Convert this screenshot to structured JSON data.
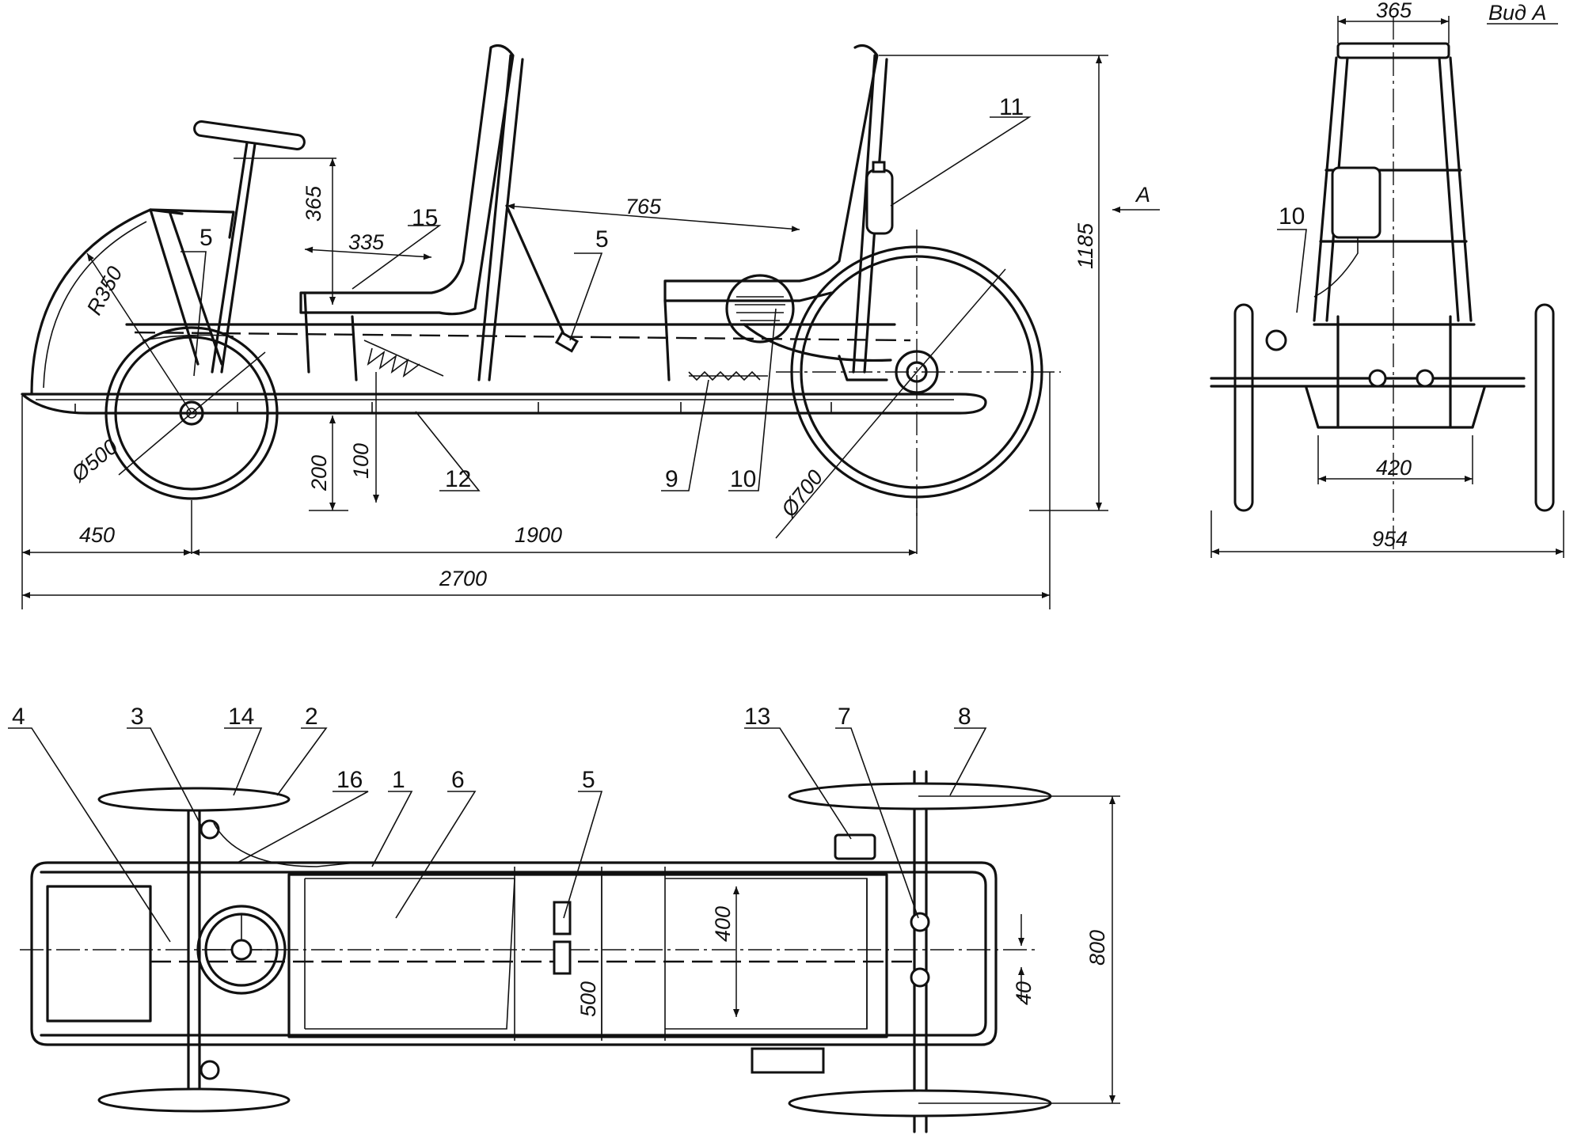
{
  "side_view": {
    "dimensions": {
      "wheelbase": "1900",
      "front_overhang": "450",
      "overall_length": "2700",
      "overall_height": "1185",
      "front_wheel_dia": "Ø500",
      "rear_wheel_dia": "Ø700",
      "fender_radius": "R350",
      "steering_height": "365",
      "seat_length": "335",
      "seat_spacing": "765",
      "ground_clearance": "200",
      "seat_clearance": "100"
    },
    "labels": {
      "p5a": "5",
      "p15": "15",
      "p5b": "5",
      "p11": "11",
      "p12": "12",
      "p9": "9",
      "p10": "10"
    },
    "view_arrow": "A"
  },
  "view_a": {
    "title": "Вид A",
    "dimensions": {
      "top_width": "365",
      "frame_width": "420",
      "track_width": "954"
    },
    "labels": {
      "p10": "10"
    }
  },
  "top_view": {
    "labels": {
      "p4": "4",
      "p3": "3",
      "p14": "14",
      "p2": "2",
      "p16": "16",
      "p1": "1",
      "p6": "6",
      "p5": "5",
      "p13": "13",
      "p7": "7",
      "p8": "8"
    },
    "dimensions": {
      "seat_width": "400",
      "frame_width": "500",
      "offset": "40",
      "overall_width": "800"
    }
  }
}
